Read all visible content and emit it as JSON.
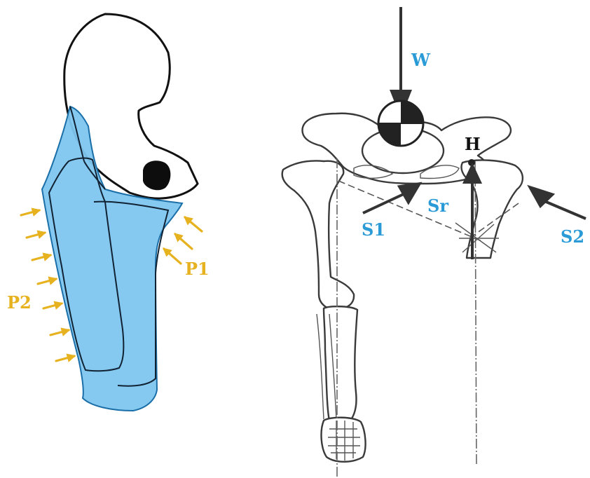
{
  "left_figure": {
    "label_p1": "P1",
    "label_p2": "P2",
    "colors": {
      "brace": "#7ec6ef",
      "brace_outline": "#1b6fa8",
      "pressure_arrows": "#e7b21f",
      "labels": "#e7b21f"
    }
  },
  "right_figure": {
    "label_w": "W",
    "label_h": "H",
    "label_sr": "Sr",
    "label_s1": "S1",
    "label_s2": "S2",
    "colors": {
      "labels": "#2a9bd6",
      "label_h": "#111111",
      "bone_outline": "#3a3a3a"
    }
  }
}
